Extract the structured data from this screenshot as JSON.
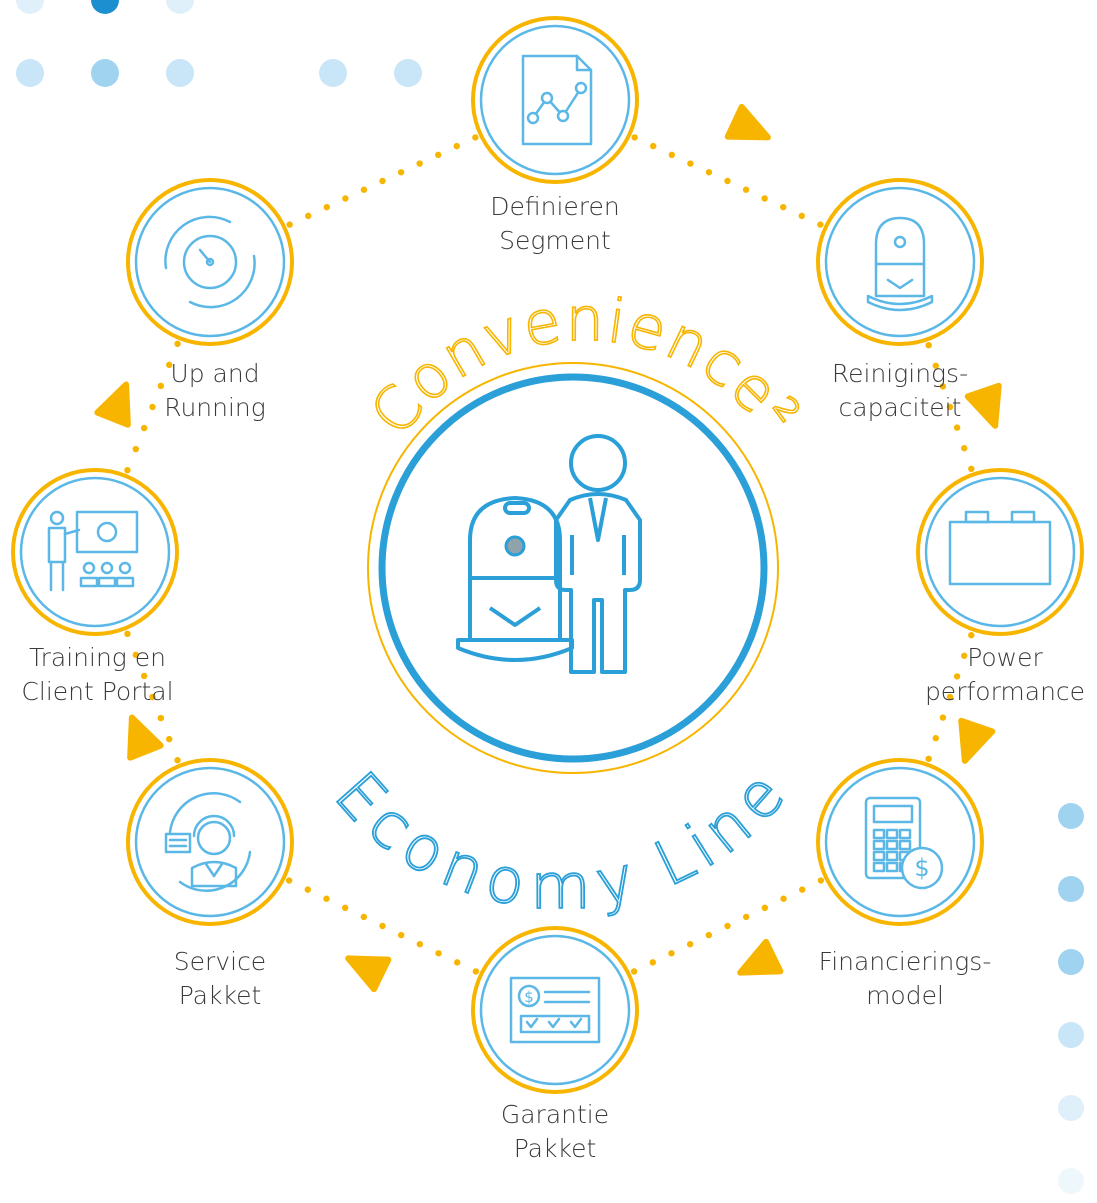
{
  "colors": {
    "accent_yellow": "#F7B500",
    "accent_blue": "#2A9FD8",
    "icon_blue": "#5BB8E6",
    "text": "#3a3a3a"
  },
  "center": {
    "top_arc_text": "Convenience²",
    "bottom_arc_text": "Economy Line",
    "icon": "robot-and-person-icon"
  },
  "steps": [
    {
      "id": "definieren",
      "line1": "Definieren",
      "line2": "Segment",
      "icon": "chart-document-icon"
    },
    {
      "id": "reinigings",
      "line1": "Reinigings-",
      "line2": "capaciteit",
      "icon": "cleaning-robot-icon"
    },
    {
      "id": "power",
      "line1": "Power",
      "line2": "performance",
      "icon": "battery-icon"
    },
    {
      "id": "financierings",
      "line1": "Financierings-",
      "line2": "model",
      "icon": "calculator-dollar-icon"
    },
    {
      "id": "garantie",
      "line1": "Garantie",
      "line2": "Pakket",
      "icon": "warranty-check-icon"
    },
    {
      "id": "service",
      "line1": "Service",
      "line2": "Pakket",
      "icon": "support-agent-icon"
    },
    {
      "id": "training",
      "line1": "Training en",
      "line2": "Client Portal",
      "icon": "presentation-training-icon"
    },
    {
      "id": "running",
      "line1": "Up and",
      "line2": "Running",
      "icon": "speed-gauge-icon"
    }
  ]
}
